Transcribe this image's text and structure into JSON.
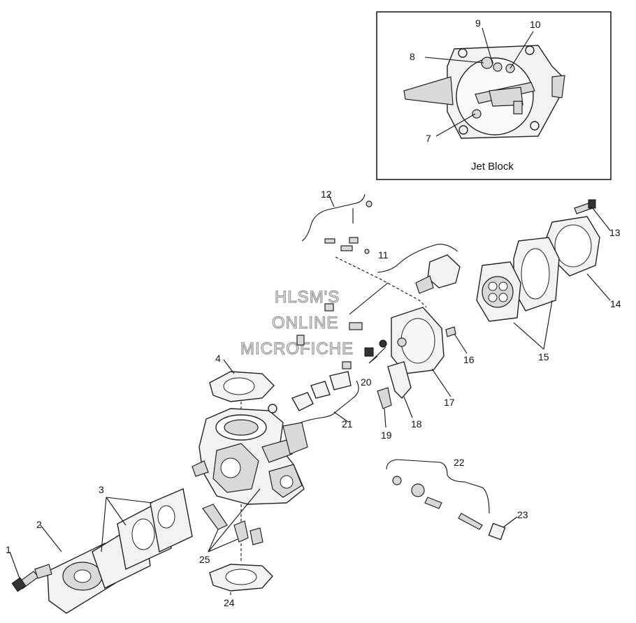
{
  "inset": {
    "title": "Jet Block"
  },
  "watermark": {
    "line1": "HLSM'S",
    "line2": "ONLINE",
    "line3": "MICROFICHE"
  },
  "callouts": [
    "1",
    "2",
    "3",
    "4",
    "7",
    "8",
    "9",
    "10",
    "11",
    "12",
    "13",
    "14",
    "15",
    "16",
    "17",
    "18",
    "19",
    "20",
    "21",
    "22",
    "23",
    "24",
    "25"
  ]
}
